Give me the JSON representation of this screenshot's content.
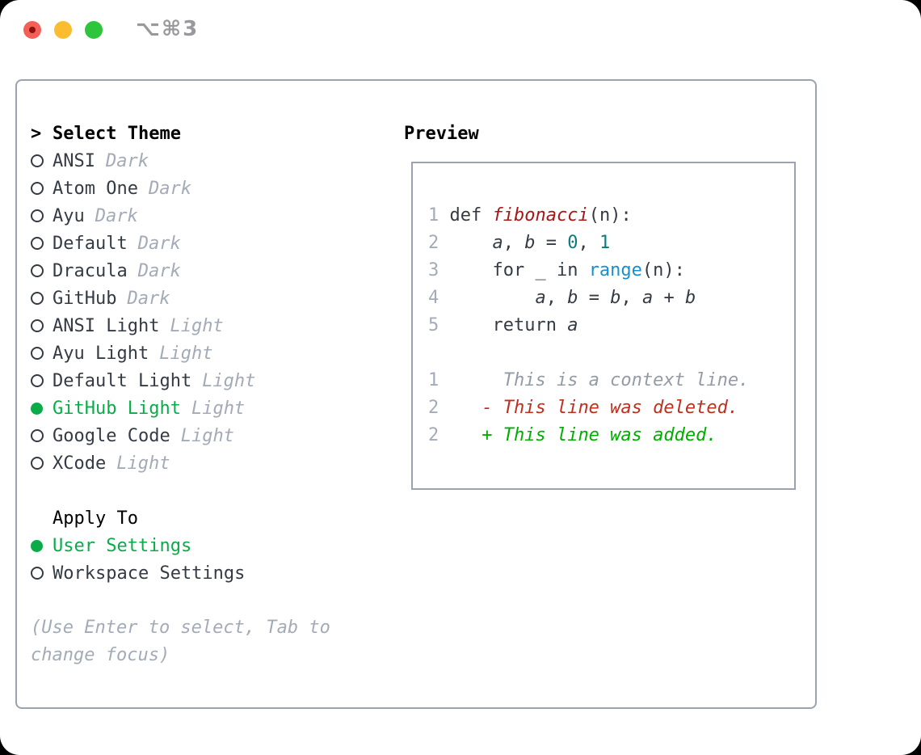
{
  "window": {
    "title": "⌥⌘3"
  },
  "colors": {
    "fg": "#343b44",
    "black": "#000000",
    "muted": "#a3abb8",
    "green": "#0cab4a",
    "border": "#9aa3af",
    "title_gray": "#98989d",
    "code_fn": "#a81616",
    "code_lit": "#0c7b7d",
    "code_call": "#1890cf",
    "diff_ctx": "#939ba6",
    "diff_del": "#bf2f1d",
    "diff_add": "#00ad00",
    "light_red": "#f45f58",
    "light_red_dot": "#8c120b",
    "light_yellow": "#f9bd2f",
    "light_green": "#2ec43b"
  },
  "left": {
    "header_prefix": ">",
    "header_label": "Select Theme",
    "themes": [
      {
        "label": "ANSI",
        "tag": "Dark",
        "selected": false
      },
      {
        "label": "Atom One",
        "tag": "Dark",
        "selected": false
      },
      {
        "label": "Ayu",
        "tag": "Dark",
        "selected": false
      },
      {
        "label": "Default",
        "tag": "Dark",
        "selected": false
      },
      {
        "label": "Dracula",
        "tag": "Dark",
        "selected": false
      },
      {
        "label": "GitHub",
        "tag": "Dark",
        "selected": false
      },
      {
        "label": "ANSI Light",
        "tag": "Light",
        "selected": false
      },
      {
        "label": "Ayu Light",
        "tag": "Light",
        "selected": false
      },
      {
        "label": "Default Light",
        "tag": "Light",
        "selected": false
      },
      {
        "label": "GitHub Light",
        "tag": "Light",
        "selected": true
      },
      {
        "label": "Google Code",
        "tag": "Light",
        "selected": false
      },
      {
        "label": "XCode",
        "tag": "Light",
        "selected": false
      }
    ],
    "apply_header": "Apply To",
    "apply_options": [
      {
        "label": "User Settings",
        "selected": true
      },
      {
        "label": "Workspace Settings",
        "selected": false
      }
    ],
    "help": "(Use Enter to select, Tab to change focus)"
  },
  "preview": {
    "header": "Preview",
    "lines": [
      {
        "num": "1",
        "parts": [
          {
            "t": "def ",
            "s": "fg"
          },
          {
            "t": "fibonacci",
            "s": "fn"
          },
          {
            "t": "(n):",
            "s": "fg"
          }
        ]
      },
      {
        "num": "2",
        "parts": [
          {
            "t": "    ",
            "s": "fg"
          },
          {
            "t": "a",
            "s": "var"
          },
          {
            "t": ", ",
            "s": "fg"
          },
          {
            "t": "b",
            "s": "var"
          },
          {
            "t": " = ",
            "s": "fg"
          },
          {
            "t": "0",
            "s": "lit"
          },
          {
            "t": ", ",
            "s": "fg"
          },
          {
            "t": "1",
            "s": "lit"
          }
        ]
      },
      {
        "num": "3",
        "parts": [
          {
            "t": "    for _ in ",
            "s": "fg"
          },
          {
            "t": "range",
            "s": "call"
          },
          {
            "t": "(n):",
            "s": "fg"
          }
        ]
      },
      {
        "num": "4",
        "parts": [
          {
            "t": "        ",
            "s": "fg"
          },
          {
            "t": "a",
            "s": "var"
          },
          {
            "t": ", ",
            "s": "fg"
          },
          {
            "t": "b",
            "s": "var"
          },
          {
            "t": " = ",
            "s": "fg"
          },
          {
            "t": "b",
            "s": "var"
          },
          {
            "t": ", ",
            "s": "fg"
          },
          {
            "t": "a",
            "s": "var"
          },
          {
            "t": " + ",
            "s": "fg"
          },
          {
            "t": "b",
            "s": "var"
          }
        ]
      },
      {
        "num": "5",
        "parts": [
          {
            "t": "    return ",
            "s": "fg"
          },
          {
            "t": "a",
            "s": "var"
          }
        ]
      },
      {
        "num": "",
        "parts": []
      },
      {
        "num": "1",
        "parts": [
          {
            "t": "     This is a context line.",
            "s": "ctx"
          }
        ]
      },
      {
        "num": "2",
        "parts": [
          {
            "t": "   - This line was deleted.",
            "s": "del"
          }
        ]
      },
      {
        "num": "2",
        "parts": [
          {
            "t": "   + This line was added.",
            "s": "add"
          }
        ]
      }
    ]
  }
}
